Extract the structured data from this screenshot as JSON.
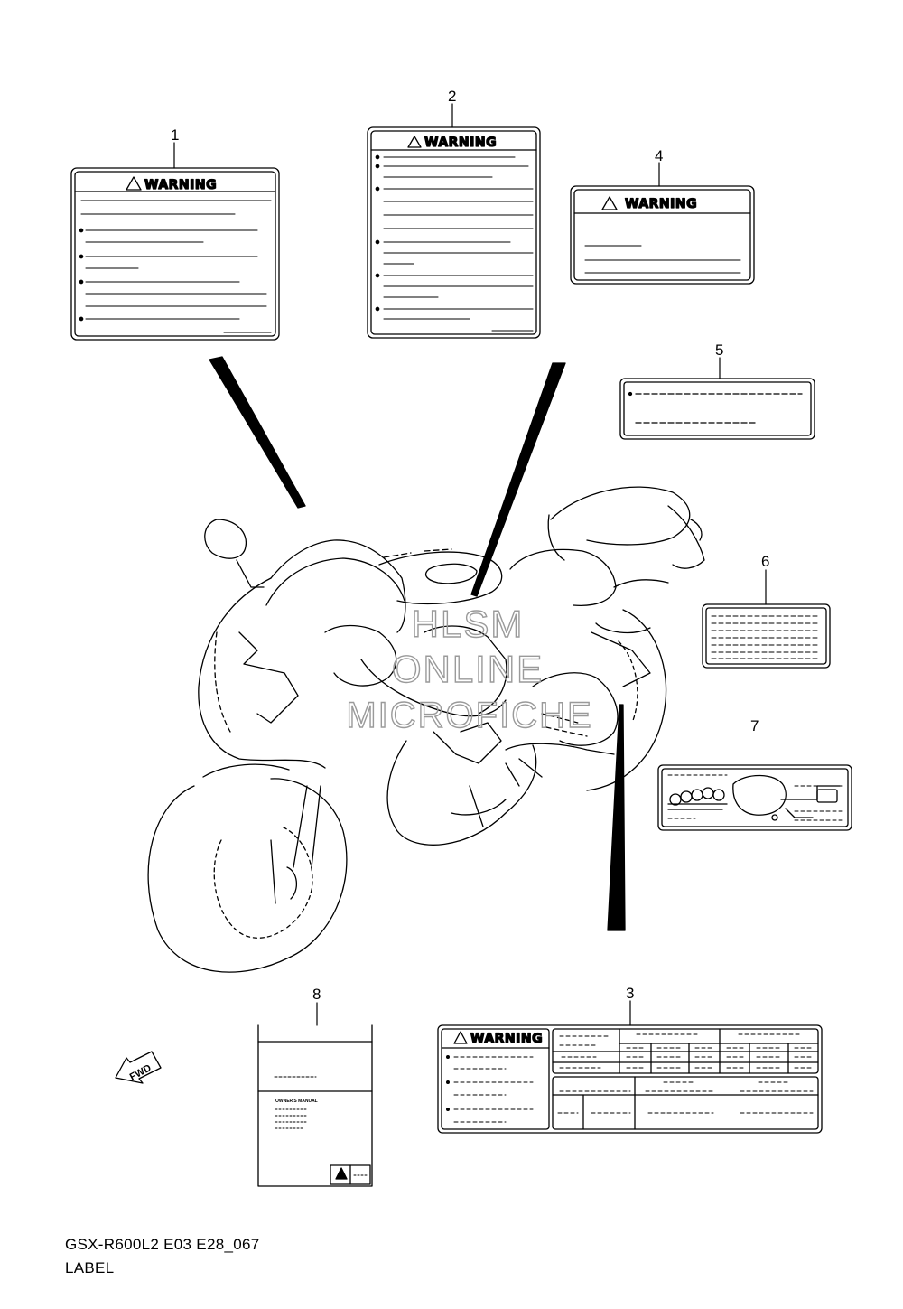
{
  "diagram": {
    "model_code": "GSX-R600L2 E03 E28_067",
    "section_title": "LABEL",
    "watermark": [
      "HLSM",
      "ONLINE",
      "MICROFICHE"
    ],
    "direction_arrow_text": "FWD",
    "warning_text": "WARNING",
    "manual_title": "OWNER'S MANUAL",
    "callouts": [
      {
        "ref": "1",
        "part": "label-1"
      },
      {
        "ref": "2",
        "part": "label-2"
      },
      {
        "ref": "3",
        "part": "label-3"
      },
      {
        "ref": "4",
        "part": "label-4"
      },
      {
        "ref": "5",
        "part": "label-5"
      },
      {
        "ref": "6",
        "part": "label-6"
      },
      {
        "ref": "7",
        "part": "label-7"
      },
      {
        "ref": "8",
        "part": "manual-8"
      }
    ]
  }
}
